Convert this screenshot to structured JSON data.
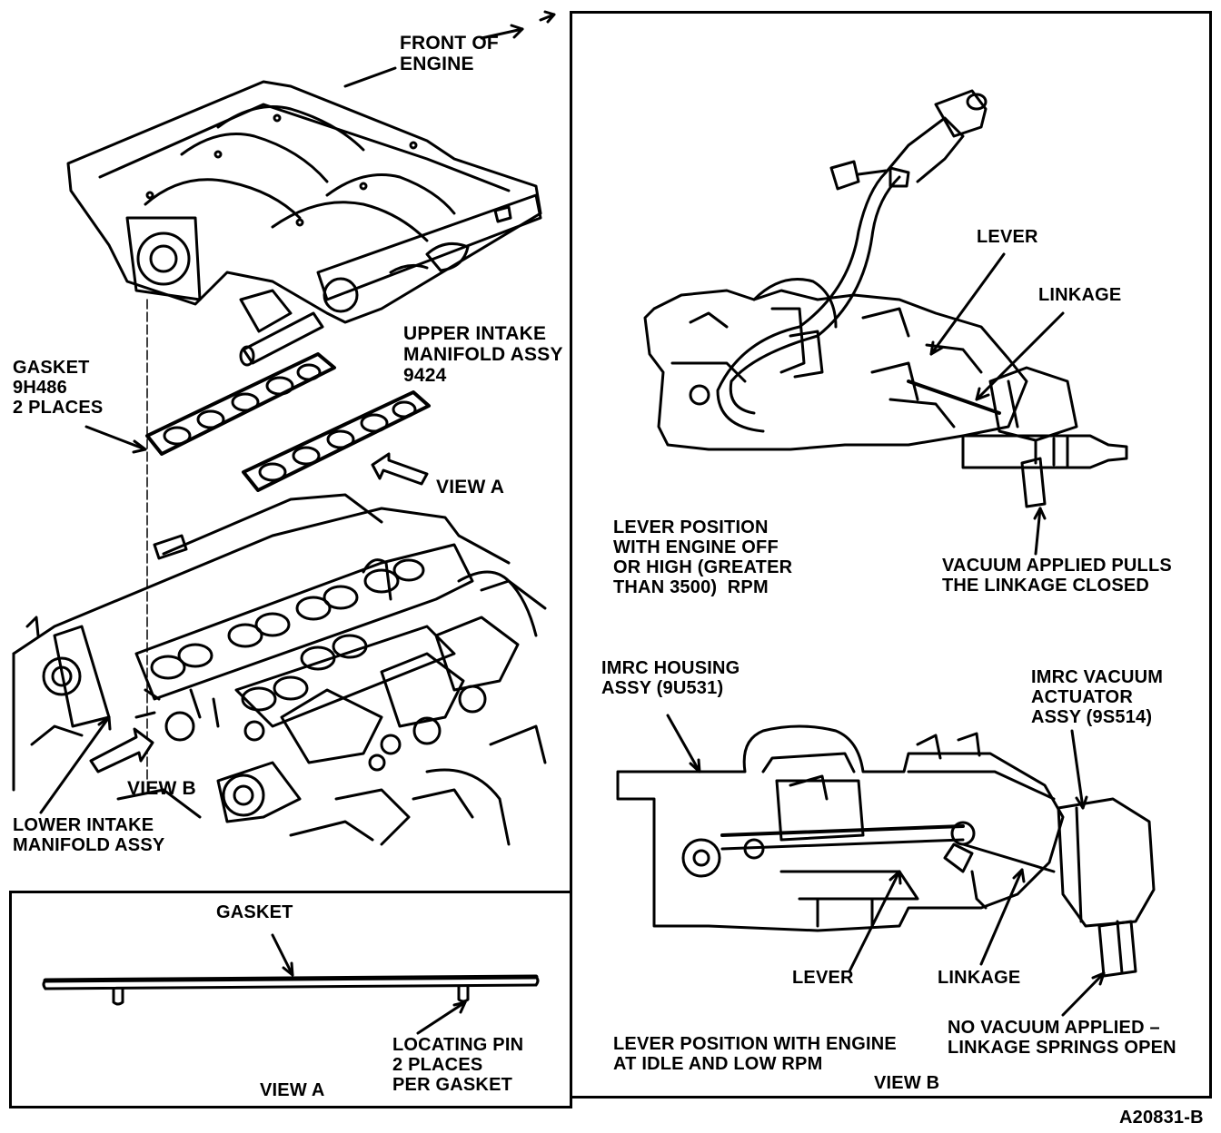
{
  "labels": {
    "front_of_engine": "FRONT OF\nENGINE",
    "upper_intake": "UPPER INTAKE\nMANIFOLD ASSY\n9424",
    "gasket_9h486": "GASKET\n9H486\n2 PLACES",
    "view_a_arrow": "VIEW A",
    "view_b_arrow": "VIEW B",
    "lower_intake": "LOWER INTAKE\nMANIFOLD ASSY",
    "gasket_view_a": "GASKET",
    "locating_pin": "LOCATING PIN\n2 PLACES\nPER GASKET",
    "view_a_caption": "VIEW A",
    "lever_top": "LEVER",
    "linkage_top": "LINKAGE",
    "lever_position_off": "LEVER POSITION\nWITH ENGINE OFF\nOR HIGH (GREATER\nTHAN 3500)  RPM",
    "vacuum_applied": "VACUUM APPLIED PULLS\nTHE LINKAGE CLOSED",
    "imrc_housing": "IMRC HOUSING\nASSY (9U531)",
    "imrc_actuator": "IMRC VACUUM\nACTUATOR\nASSY (9S514)",
    "lever_bottom": "LEVER",
    "linkage_bottom": "LINKAGE",
    "no_vacuum": "NO VACUUM APPLIED –\nLINKAGE SPRINGS OPEN",
    "lever_position_idle": "LEVER POSITION WITH ENGINE\nAT IDLE AND LOW RPM",
    "view_b_caption": "VIEW B",
    "figure_code": "A20831-B"
  }
}
